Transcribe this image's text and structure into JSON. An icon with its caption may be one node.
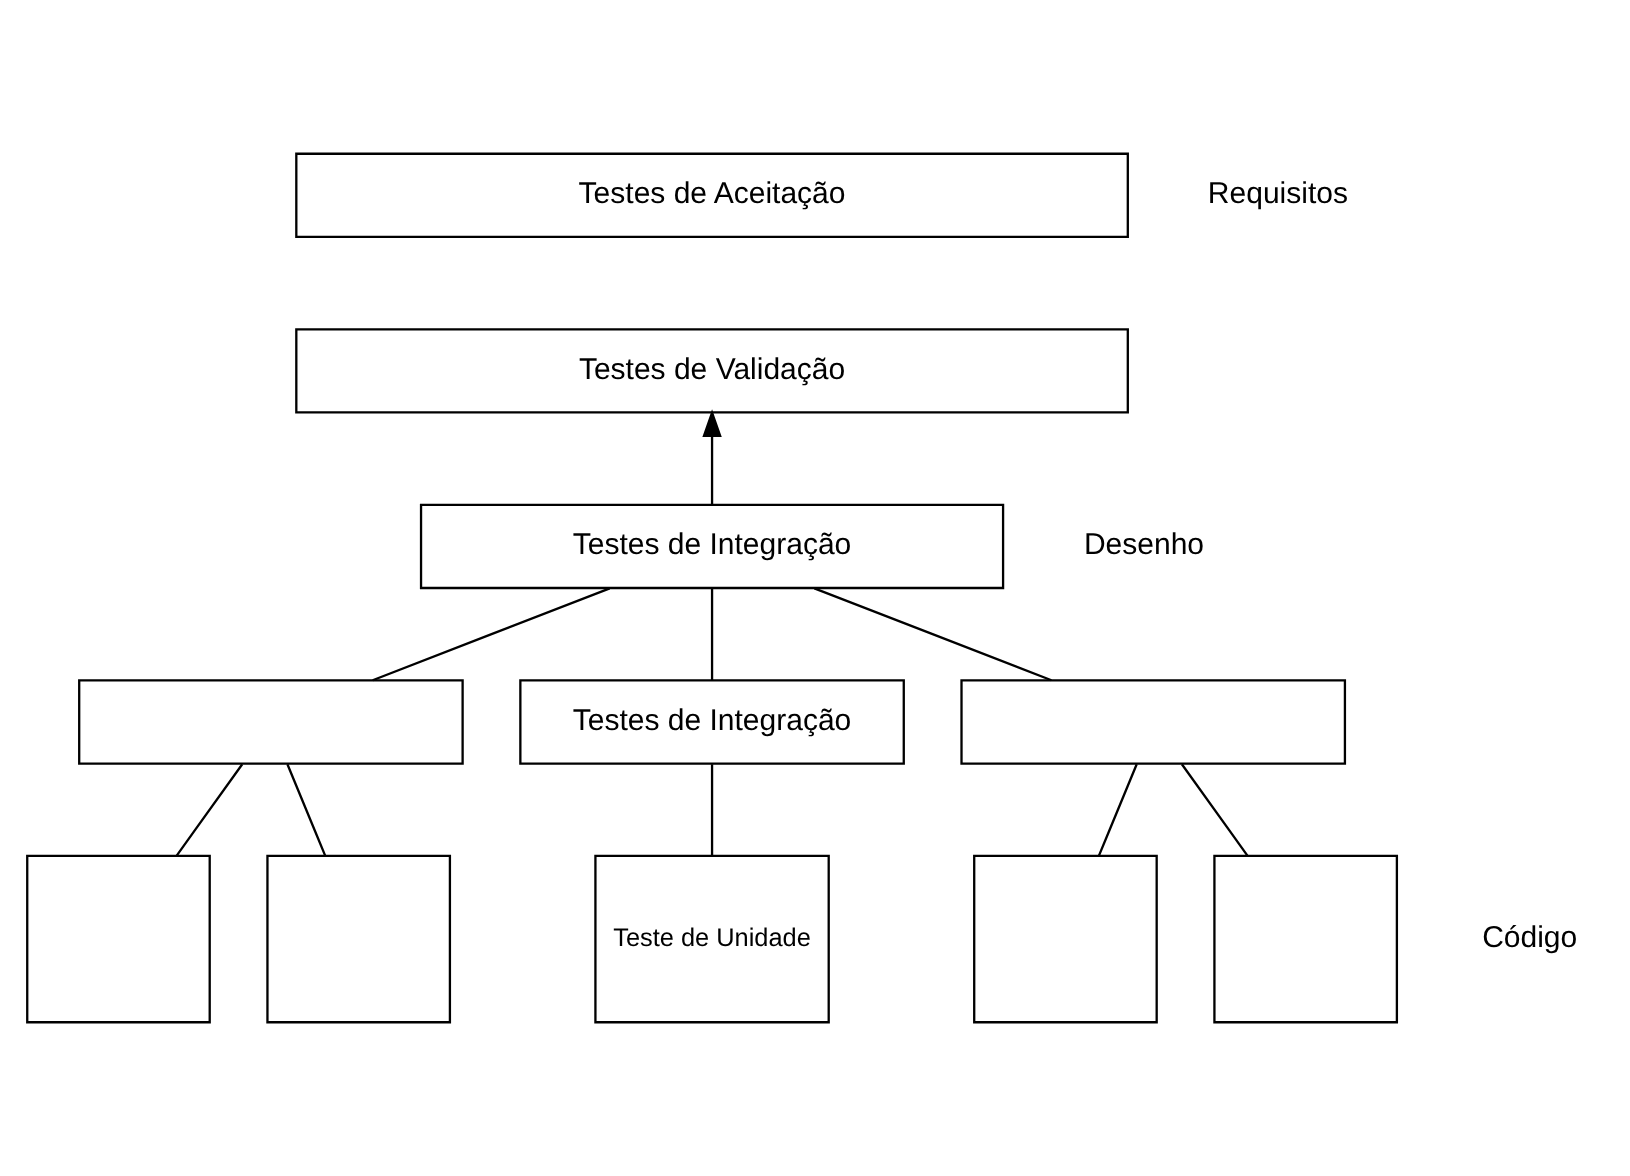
{
  "diagram": {
    "nodes": [
      {
        "text": [
          "Testes de Aceitação"
        ]
      },
      {
        "text": [
          "Testes de Validação"
        ]
      },
      {
        "text": [
          "Testes de Integração"
        ]
      },
      {
        "text": [],
        "shape": "box"
      },
      {
        "text": [
          "Testes de Integração"
        ]
      },
      {
        "text": [],
        "shape": "box"
      },
      {
        "text": [],
        "shape": "box"
      },
      {
        "text": [],
        "shape": "box"
      },
      {
        "text": [
          "Teste de Unidade"
        ]
      },
      {
        "text": [],
        "shape": "box"
      },
      {
        "text": [],
        "shape": "box"
      }
    ],
    "edges": [
      {
        "from": 2,
        "to": 1,
        "arrow": "to"
      },
      {
        "from": 2,
        "to": 3,
        "arrow": "none"
      },
      {
        "from": 2,
        "to": 4,
        "arrow": "none"
      },
      {
        "from": 2,
        "to": 5,
        "arrow": "none"
      },
      {
        "from": 3,
        "to": 6,
        "arrow": "none"
      },
      {
        "from": 3,
        "to": 7,
        "arrow": "none"
      },
      {
        "from": 4,
        "to": 8,
        "arrow": "none"
      },
      {
        "from": 5,
        "to": 9,
        "arrow": "none"
      },
      {
        "from": 5,
        "to": 10,
        "arrow": "none"
      }
    ],
    "labels": [
      "Requisitos",
      "Desenho",
      "Código"
    ]
  }
}
